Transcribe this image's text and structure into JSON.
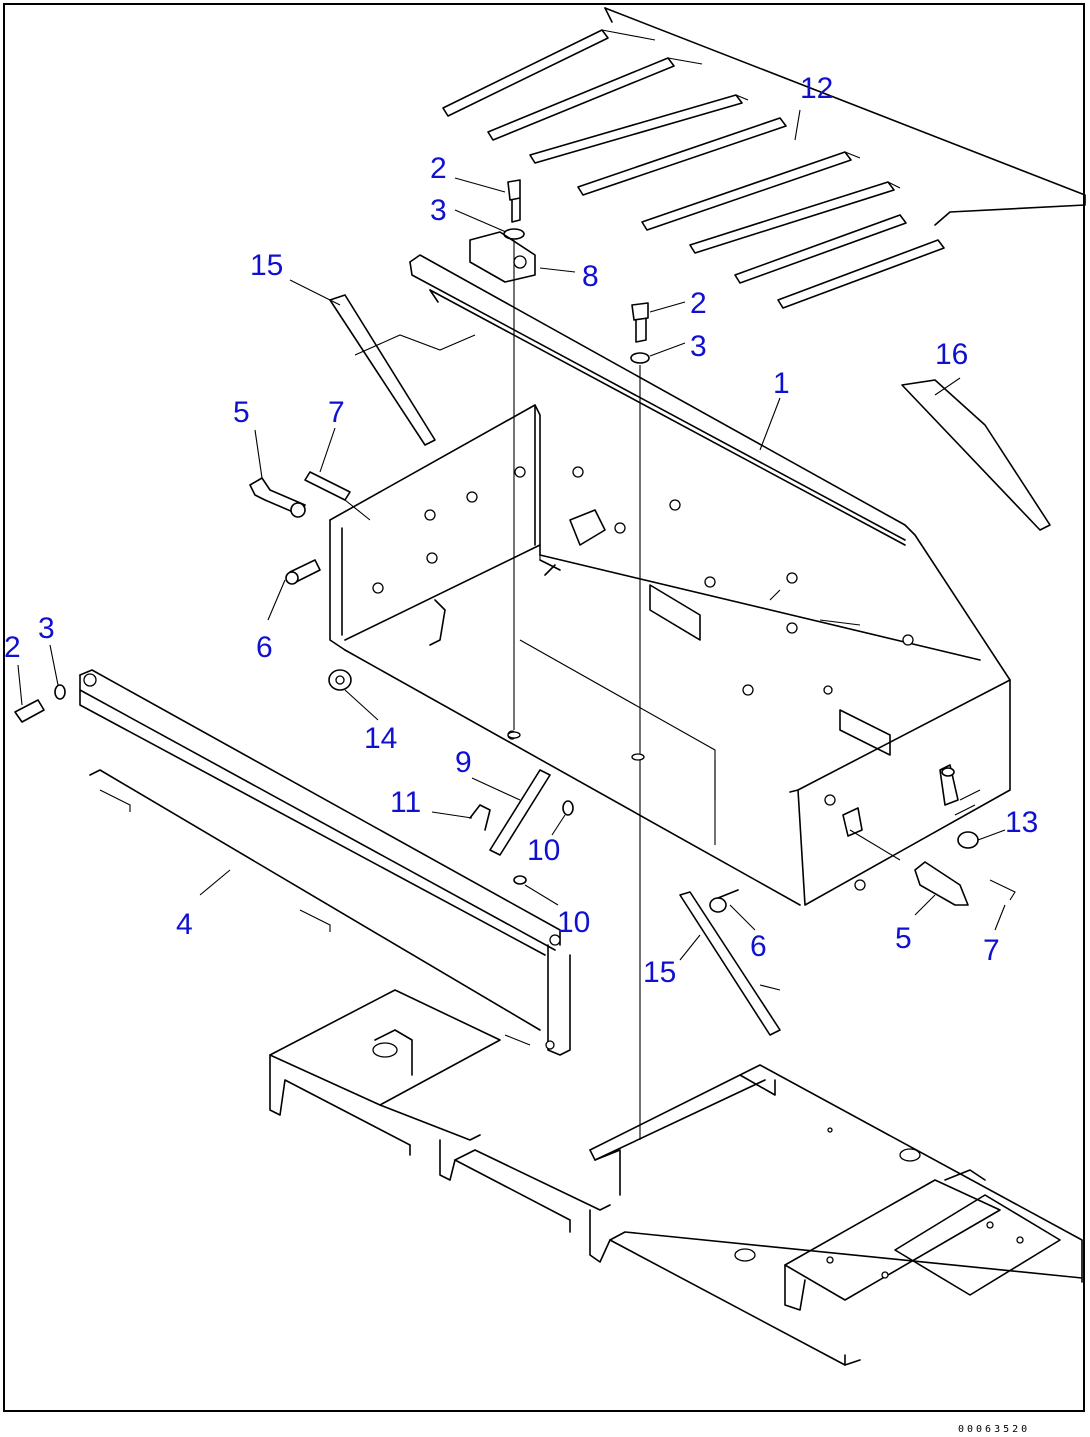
{
  "diagram": {
    "drawing_number": "00063520",
    "callout_color": "#1010d0",
    "callouts": [
      {
        "id": "c12",
        "label": "12"
      },
      {
        "id": "c2a",
        "label": "2"
      },
      {
        "id": "c3a",
        "label": "3"
      },
      {
        "id": "c8",
        "label": "8"
      },
      {
        "id": "c15a",
        "label": "15"
      },
      {
        "id": "c2b",
        "label": "2"
      },
      {
        "id": "c3b",
        "label": "3"
      },
      {
        "id": "c16",
        "label": "16"
      },
      {
        "id": "c1",
        "label": "1"
      },
      {
        "id": "c5a",
        "label": "5"
      },
      {
        "id": "c7a",
        "label": "7"
      },
      {
        "id": "c2c",
        "label": "2"
      },
      {
        "id": "c3c",
        "label": "3"
      },
      {
        "id": "c6a",
        "label": "6"
      },
      {
        "id": "c14",
        "label": "14"
      },
      {
        "id": "c9",
        "label": "9"
      },
      {
        "id": "c11",
        "label": "11"
      },
      {
        "id": "c10a",
        "label": "10"
      },
      {
        "id": "c13",
        "label": "13"
      },
      {
        "id": "c4",
        "label": "4"
      },
      {
        "id": "c10b",
        "label": "10"
      },
      {
        "id": "c6b",
        "label": "6"
      },
      {
        "id": "c15b",
        "label": "15"
      },
      {
        "id": "c5b",
        "label": "5"
      },
      {
        "id": "c7b",
        "label": "7"
      }
    ]
  }
}
